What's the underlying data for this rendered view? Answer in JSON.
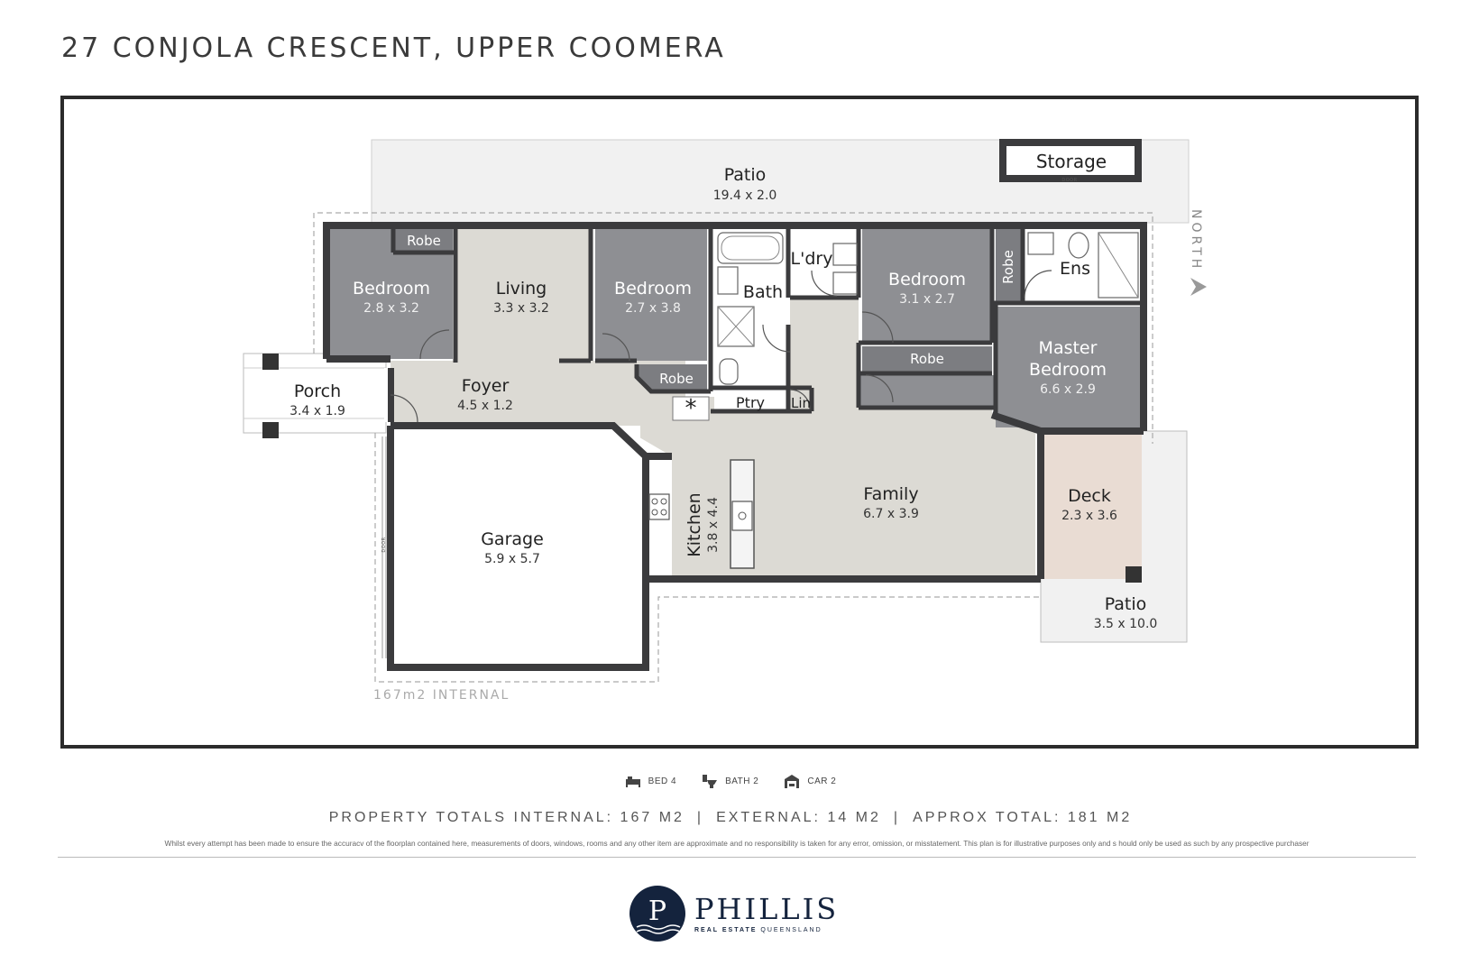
{
  "title": "27 CONJOLA CRESCENT, UPPER COOMERA",
  "north_label": "NORTH",
  "internal_area_label": "167m2 INTERNAL",
  "storage_door_label": "DOOR",
  "garage_door_label": "DOOR",
  "rooms": {
    "patio_top": {
      "name": "Patio",
      "dims": "19.4 x 2.0"
    },
    "storage": {
      "name": "Storage"
    },
    "bedroom1": {
      "name": "Bedroom",
      "dims": "2.8 x 3.2"
    },
    "robe1": {
      "name": "Robe"
    },
    "living": {
      "name": "Living",
      "dims": "3.3 x 3.2"
    },
    "bedroom2": {
      "name": "Bedroom",
      "dims": "2.7 x 3.8"
    },
    "robe2": {
      "name": "Robe"
    },
    "bath": {
      "name": "Bath"
    },
    "laundry": {
      "name": "L'dry"
    },
    "bedroom3": {
      "name": "Bedroom",
      "dims": "3.1 x 2.7"
    },
    "robe3": {
      "name": "Robe"
    },
    "ensuite": {
      "name": "Ens"
    },
    "robe4": {
      "name": "Robe"
    },
    "master": {
      "name": "Master",
      "name2": "Bedroom",
      "dims": "6.6 x 2.9"
    },
    "porch": {
      "name": "Porch",
      "dims": "3.4 x 1.9"
    },
    "foyer": {
      "name": "Foyer",
      "dims": "4.5 x 1.2"
    },
    "pantry": {
      "name": "Ptry"
    },
    "linen": {
      "name": "Lin"
    },
    "family": {
      "name": "Family",
      "dims": "6.7 x 3.9"
    },
    "kitchen": {
      "name": "Kitchen",
      "dims": "3.8 x 4.4"
    },
    "garage": {
      "name": "Garage",
      "dims": "5.9 x 5.7"
    },
    "deck": {
      "name": "Deck",
      "dims": "2.3 x 3.6"
    },
    "patio_side": {
      "name": "Patio",
      "dims": "3.5 x 10.0"
    }
  },
  "features": {
    "bed": "BED 4",
    "bath": "BATH 2",
    "car": "CAR 2"
  },
  "totals": {
    "internal": "PROPERTY TOTALS INTERNAL: 167 M2",
    "external": "EXTERNAL: 14 M2",
    "approx": "APPROX TOTAL: 181 M2",
    "separator": "|"
  },
  "disclaimer": "Whilst every attempt has been made to ensure the accuracv of the floorplan contained here, measurements  of doors, windows, rooms and any other item  are approximate and no responsibility is  taken for any error, omission, or misstatement.  This plan is for illustrative purposes only and s hould only be used as such by any  prospective purchaser",
  "logo": {
    "letter": "P",
    "name": "PHILLIS",
    "sub_bold": "REAL ESTATE",
    "sub_light": "QUEENSLAND"
  },
  "colors": {
    "bedroom_fill": "#8e8f93",
    "robe_fill": "#7c7d81",
    "living_fill": "#dcdad4",
    "wall": "#3b3b3d",
    "patio_fill": "#f1f1f1",
    "deck_fill": "#e9dcd3",
    "logo_navy": "#14233d"
  }
}
